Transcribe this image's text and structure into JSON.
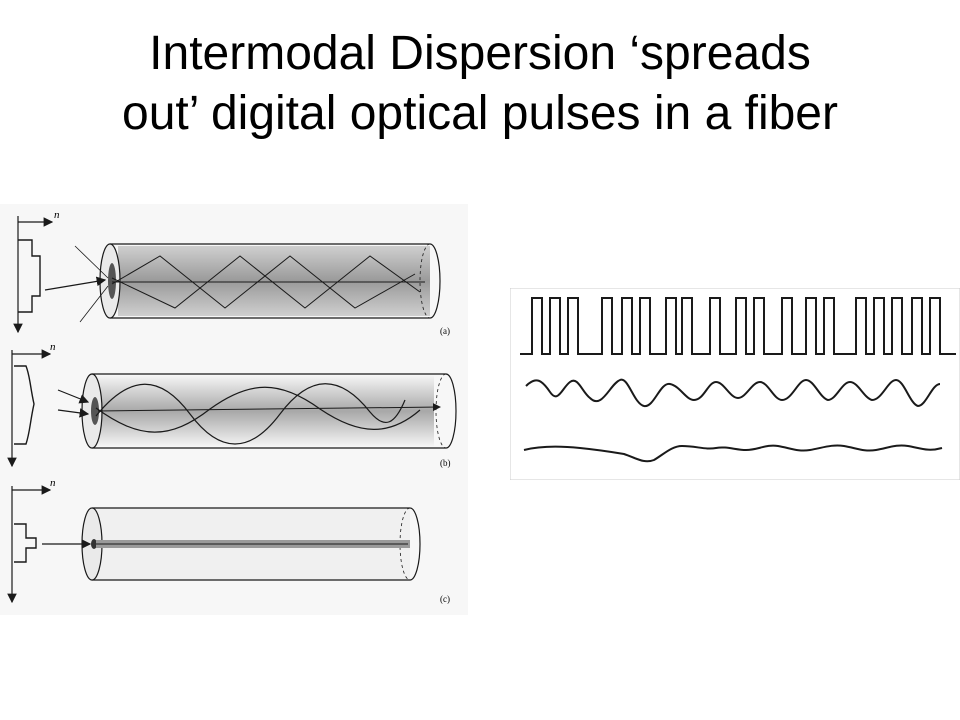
{
  "slide": {
    "title_line1": "Intermodal Dispersion ‘spreads",
    "title_line2": "out’ digital optical pulses in a fiber"
  },
  "fiber_figure": {
    "axis_label": "n",
    "panels": [
      {
        "label": "(a)",
        "axis_label": "n"
      },
      {
        "label": "(b)",
        "axis_label": "n"
      },
      {
        "label": "(c)",
        "axis_label": "n"
      }
    ]
  },
  "colors": {
    "background": "#ffffff",
    "ink": "#1a1a1a",
    "core_shade": "#b8b8b8",
    "panel_bg": "#efefef"
  }
}
